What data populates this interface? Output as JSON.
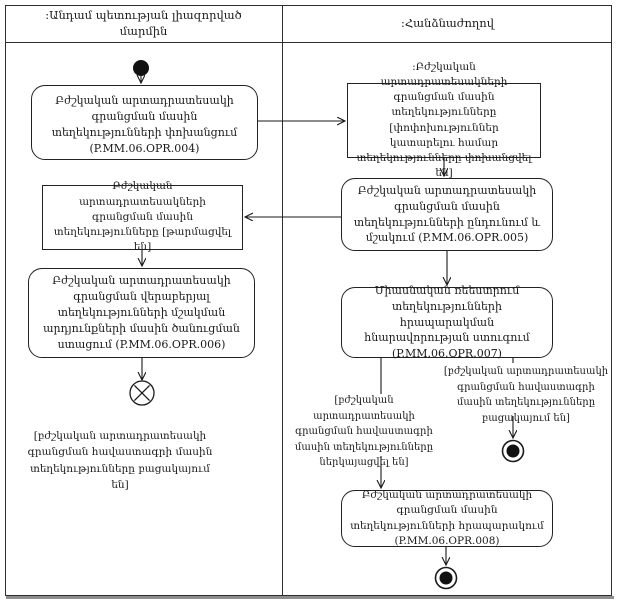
{
  "lanes": [
    {
      "title": ":Անդամ պետության լիազորված մարմին"
    },
    {
      "title": ":Հանձնաժողով"
    }
  ],
  "activities": {
    "opr004": "Բժշկական արտադրատեսակի գրանցման մասին տեղեկությունների փոխանցում (P.MM.06.OPR.004)",
    "opr005": "Բժշկական արտադրատեսակի գրանցման մասին տեղեկությունների ընդունում և մշակում (P.MM.06.OPR.005)",
    "opr006": "Բժշկական արտադրատեսակի գրանցման վերաբերյալ տեղեկությունների մշակման արդյունքների մասին ծանուցման ստացում (P.MM.06.OPR.006)",
    "opr007": "Միասնական ռեեստրում տեղեկությունների հրապարակման հնարավորության ստուգում (P.MM.06.OPR.007)",
    "opr008": "Բժշկական արտադրատեսակի գրանցման մասին տեղեկությունների հրապարակում (P.MM.06.OPR.008)"
  },
  "objects": {
    "info_transferred": ":Բժշկական արտադրատեսակների գրանցման մասին տեղեկությունները [փոփոխություններ կատարելու համար տեղեկությունները փոխանցվել են]",
    "info_updated": "Բժշկական արտադրատեսակների գրանցման մասին տեղեկությունները [թարմացվել են]"
  },
  "guards": {
    "certificate_missing_left": "[բժշկական արտադրատեսակի գրանցման հավաստագրի մասին տեղեկությունները բացակայում են]",
    "certificate_submitted": "[բժշկական արտադրատեսակի գրանցման հավաստագրի մասին տեղեկությունները ներկայացվել են]",
    "certificate_missing_right": "[բժշկական արտադրատեսակի գրանցման հավաստագրի մասին տեղեկությունները բացակայում են]"
  },
  "colors": {
    "line": "#1a1a1a",
    "shadow": "#8e8e8e",
    "background": "#ffffff"
  }
}
